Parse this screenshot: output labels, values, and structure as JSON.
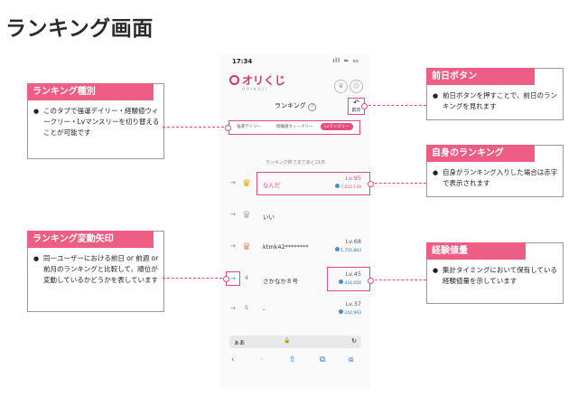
{
  "page_title": "ランキング画面",
  "phone": {
    "status_time": "17:34",
    "status_icons": "ıll ≈ ▭",
    "logo_text": "オリくじ",
    "logo_sub": "ORIKUJI",
    "ranking_title": "ランキング",
    "help_mark": "?",
    "prev_label": "前日",
    "prev_arrow": "↶",
    "tabs": [
      "強運デイリー",
      "経験値ウィークリー",
      "Lvマンスリー"
    ],
    "notice": "ランキング終了まであと21日",
    "rows": [
      {
        "arrow": "→",
        "rank_symbol": "♛",
        "name": "なんだ",
        "lv": "Lv.95",
        "exp": "7,622,139"
      },
      {
        "arrow": "→",
        "rank_symbol": "♛",
        "name": "いい",
        "lv": "",
        "exp": ""
      },
      {
        "arrow": "→",
        "rank_symbol": "♛",
        "name": "ktmk42********",
        "lv": "Lv.68",
        "exp": "1,755,883"
      },
      {
        "arrow": "→",
        "rank_symbol": "4",
        "name": "さかなか８号",
        "lv": "Lv.45",
        "exp": "434,056"
      },
      {
        "arrow": "→",
        "rank_symbol": "5",
        "name": "-",
        "lv": "Lv.37",
        "exp": "242,993"
      }
    ],
    "url_aa": "ぁあ",
    "url_lock": "🔒",
    "url_reload": "↻",
    "toolbar": [
      "‹",
      "›",
      "⇧",
      "⧉",
      "⧈"
    ]
  },
  "callouts": {
    "kind": {
      "title": "ランキング種別",
      "text": "このタブで強運デイリー・経験値ウィークリー・Lvマンスリーを切り替えることが可能です"
    },
    "arrow": {
      "title": "ランキング変動矢印",
      "text": "同一ユーザーにおける前日 or 前週 or 前月のランキングと比較して、順位が変動しているかどうかを表しています"
    },
    "prev": {
      "title": "前日ボタン",
      "text": "前日ボタンを押すことで、前日のランキングを見れます"
    },
    "self": {
      "title": "自身のランキング",
      "text": "自身がランキング入りした場合は赤字で表示されます"
    },
    "exp": {
      "title": "経験値量",
      "text": "集計タイミングにおいて保有している経験値量を示しています"
    }
  },
  "colors": {
    "accent": "#ee5e84",
    "highlight": "#e84a7f"
  }
}
